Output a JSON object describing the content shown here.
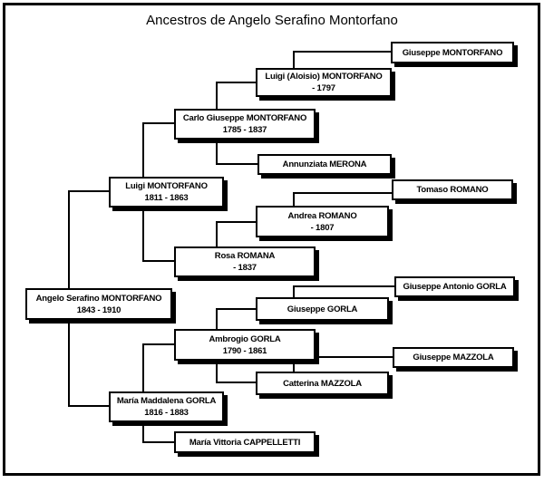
{
  "title": "Ancestros de Angelo Serafino Montorfano",
  "colors": {
    "background": "#ffffff",
    "box_fill": "#ffffff",
    "box_border": "#000000",
    "box_shadow": "#000000",
    "connector": "#000000",
    "text": "#000000"
  },
  "people": [
    {
      "name": "Angelo Serafino MONTORFANO",
      "dates": "1843 - 1910"
    },
    {
      "name": "Luigi MONTORFANO",
      "dates": "1811 - 1863"
    },
    {
      "name": "María Maddalena GORLA",
      "dates": "1816 - 1883"
    },
    {
      "name": "Carlo Giuseppe MONTORFANO",
      "dates": "1785 - 1837"
    },
    {
      "name": "Rosa ROMANA",
      "dates": "- 1837"
    },
    {
      "name": "Ambrogio GORLA",
      "dates": "1790 - 1861"
    },
    {
      "name": "María Vittoria CAPPELLETTI"
    },
    {
      "name": "Luigi (Aloisio) MONTORFANO",
      "dates": "- 1797"
    },
    {
      "name": "Annunziata MERONA"
    },
    {
      "name": "Andrea ROMANO",
      "dates": "- 1807"
    },
    {
      "name": "Giuseppe GORLA"
    },
    {
      "name": "Catterina MAZZOLA"
    },
    {
      "name": "Giuseppe MONTORFANO"
    },
    {
      "name": "Tomaso ROMANO"
    },
    {
      "name": "Giuseppe Antonio GORLA"
    },
    {
      "name": "Giuseppe MAZZOLA"
    }
  ]
}
